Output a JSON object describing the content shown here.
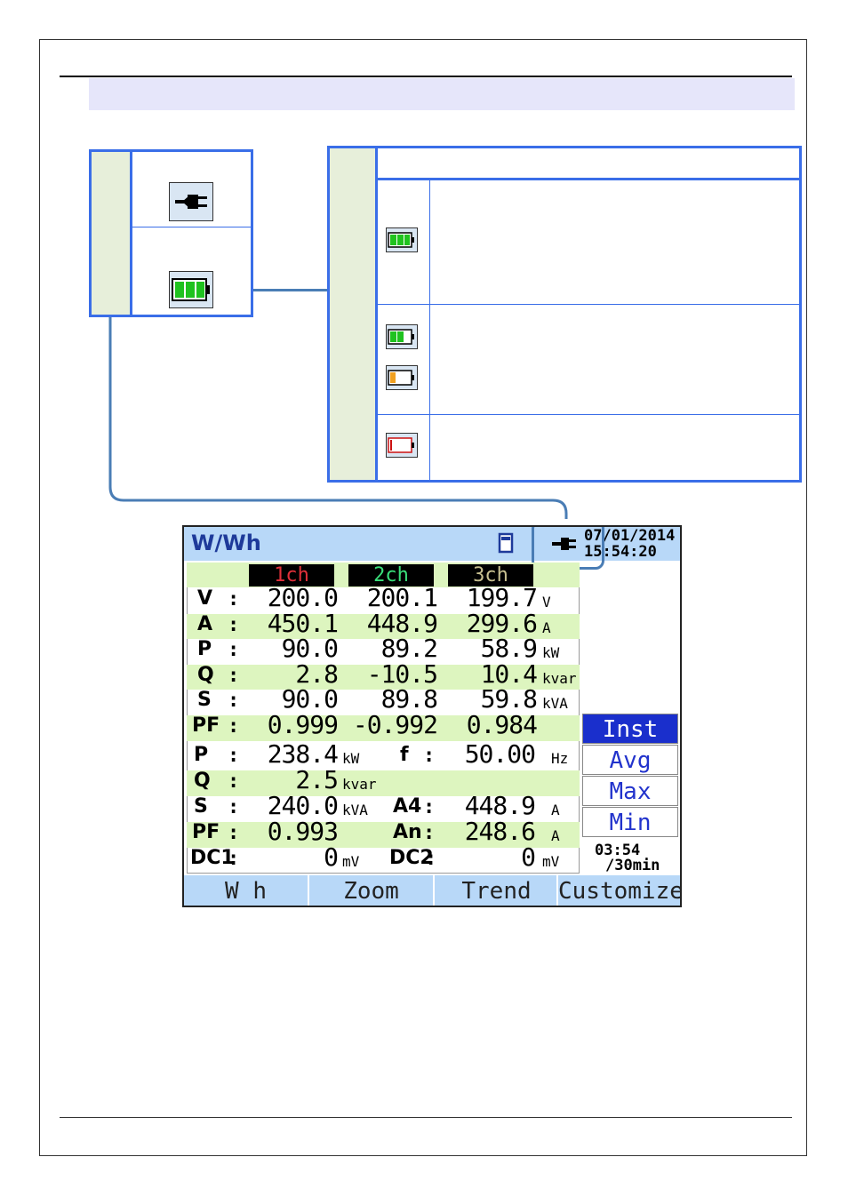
{
  "screen": {
    "title": "W/Wh",
    "date": "07/01/2014",
    "time": "15:54:20",
    "channels": [
      "1ch",
      "2ch",
      "3ch"
    ],
    "channel_colors": [
      "#e0303a",
      "#3adf7a",
      "#c8c090"
    ],
    "rows_ch": [
      {
        "label": "V",
        "v1": "200.0",
        "v2": "200.1",
        "v3": "199.7",
        "unit": "V"
      },
      {
        "label": "A",
        "v1": "450.1",
        "v2": "448.9",
        "v3": "299.6",
        "unit": "A"
      },
      {
        "label": "P",
        "v1": "90.0",
        "v2": "89.2",
        "v3": "58.9",
        "unit": "kW"
      },
      {
        "label": "Q",
        "v1": "2.8",
        "v2": "-10.5",
        "v3": "10.4",
        "unit": "kvar"
      },
      {
        "label": "S",
        "v1": "90.0",
        "v2": "89.8",
        "v3": "59.8",
        "unit": "kVA"
      },
      {
        "label": "PF",
        "v1": "0.999",
        "v2": "-0.992",
        "v3": "0.984",
        "unit": ""
      }
    ],
    "sum": {
      "P": {
        "label": "P",
        "value": "238.4",
        "unit": "kW"
      },
      "f": {
        "label": "f",
        "value": "50.00",
        "unit": "Hz"
      },
      "Q": {
        "label": "Q",
        "value": "2.5",
        "unit": "kvar"
      },
      "S": {
        "label": "S",
        "value": "240.0",
        "unit": "kVA"
      },
      "A4": {
        "label": "A4",
        "value": "448.9",
        "unit": "A"
      },
      "PF": {
        "label": "PF",
        "value": "0.993"
      },
      "An": {
        "label": "An",
        "value": "248.6",
        "unit": "A"
      },
      "DC1": {
        "label": "DC1",
        "value": "0",
        "unit": "mV"
      },
      "DC2": {
        "label": "DC2",
        "value": "0",
        "unit": "mV"
      }
    },
    "colon": ":",
    "modes": [
      "Inst",
      "Avg",
      "Max",
      "Min"
    ],
    "interval_line1": "03:54",
    "interval_line2": "/30min",
    "functions": [
      "W h",
      "Zoom",
      "Trend",
      "Customize"
    ]
  },
  "icons": {
    "ac": "ac-plug-icon",
    "battery_full": "battery-full-icon",
    "battery_two": "battery-two-bars-icon",
    "battery_low": "battery-low-icon",
    "battery_empty": "battery-empty-icon"
  },
  "colors": {
    "table_border": "#3a6ee8",
    "side_fill": "#e7efda",
    "battery_green": "#1fc21f",
    "battery_orange": "#f0a020",
    "battery_red": "#cc1111",
    "screen_green_row": "#ddf5bf",
    "active_mode": "#1a2fcc"
  }
}
